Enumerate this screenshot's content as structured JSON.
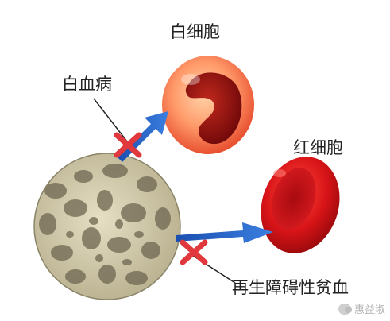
{
  "labels": {
    "white_cell": "白细胞",
    "leukemia": "白血病",
    "red_cell": "红细胞",
    "aplastic_anemia": "再生障碍性贫血"
  },
  "watermark": {
    "text": "惠益淑",
    "icon": "wechat-icon"
  },
  "colors": {
    "arrow_blue": "#1f5fc4",
    "cross_red": "#e0383c",
    "white_cell_outer": "#f26a4a",
    "red_cell": "#d8141c",
    "bone": "#d8d2b8"
  }
}
